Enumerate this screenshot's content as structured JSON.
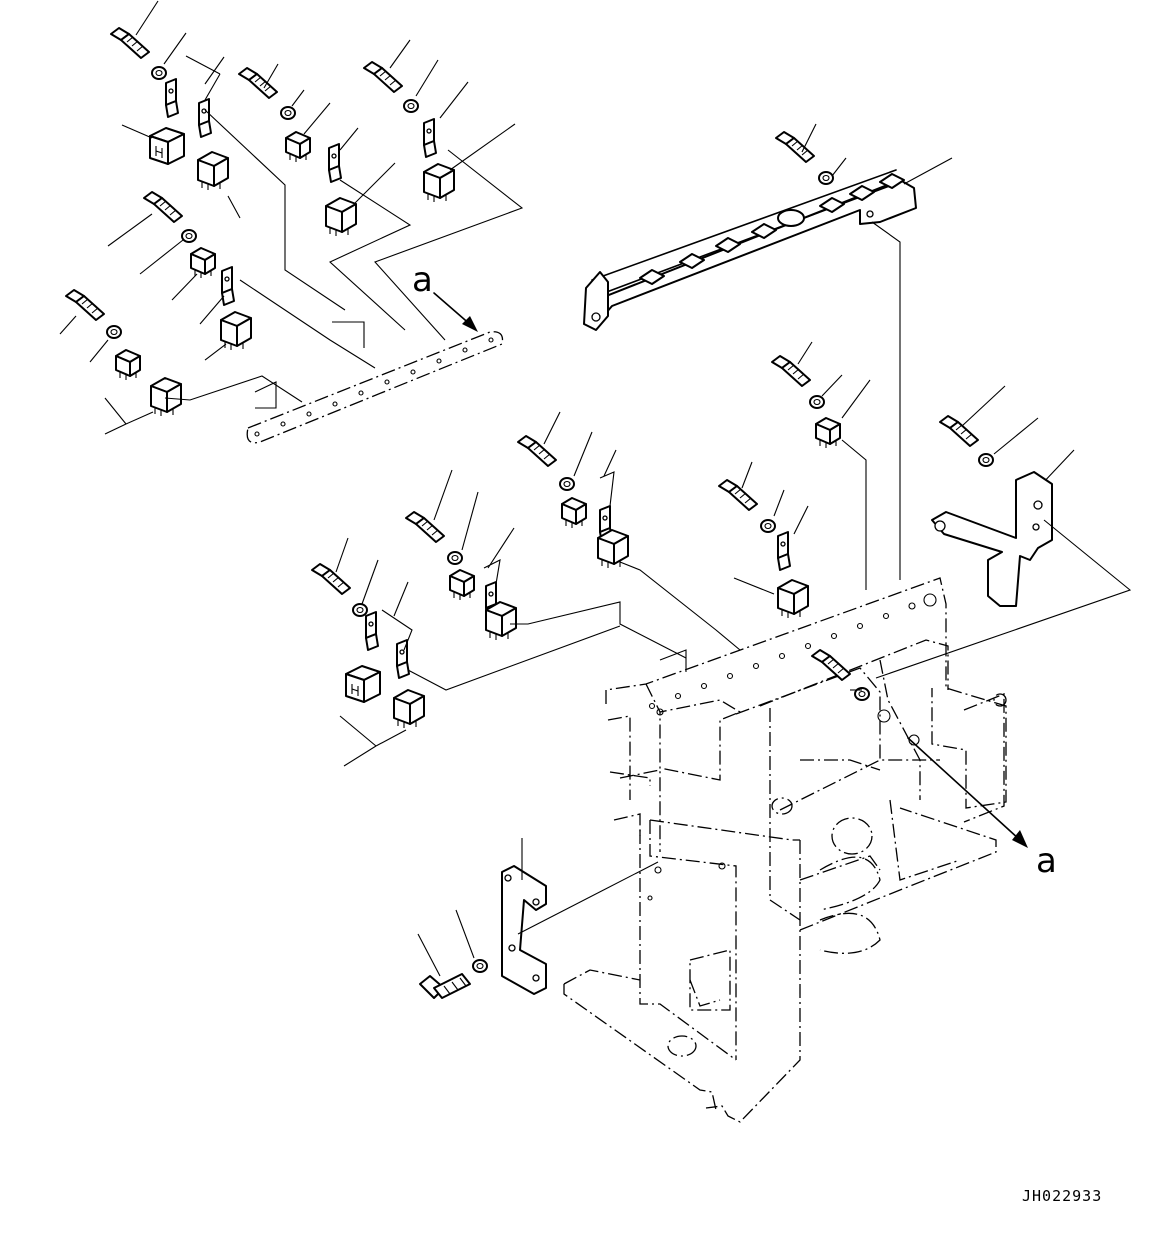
{
  "diagram": {
    "view_label_top": "a",
    "view_label_right": "a",
    "drawing_number": "JH022933"
  }
}
